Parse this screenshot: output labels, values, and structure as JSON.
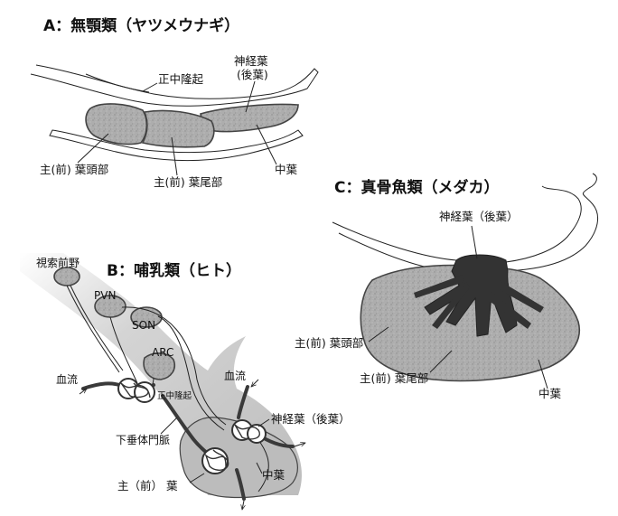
{
  "panel_a": {
    "title": "A：無顎類（ヤツメウナギ）",
    "labels": {
      "median_eminence": "正中隆起",
      "neural_lobe_1": "神経葉",
      "neural_lobe_2": "(後葉)",
      "pars_distalis_rostral": "主(前) 葉頭部",
      "pars_distalis_caudal": "主(前) 葉尾部",
      "intermediate_lobe": "中葉"
    }
  },
  "panel_b": {
    "title": "B：哺乳類（ヒト）",
    "labels": {
      "preoptic_area": "視索前野",
      "pvn": "PVN",
      "son": "SON",
      "arc": "ARC",
      "blood_flow_left": "血流",
      "blood_flow_right": "血流",
      "median_eminence": "正中隆起",
      "hypophyseal_portal": "下垂体門脈",
      "neural_lobe": "神経葉（後葉）",
      "anterior_lobe": "主（前） 葉",
      "intermediate_lobe": "中葉"
    }
  },
  "panel_c": {
    "title": "C：真骨魚類（メダカ）",
    "labels": {
      "neural_lobe": "神経葉（後葉）",
      "pars_distalis_rostral": "主(前) 葉頭部",
      "pars_distalis_caudal": "主(前) 葉尾部",
      "intermediate_lobe": "中葉"
    }
  },
  "colors": {
    "tissue_fill": "#a9a9a9",
    "neural_dark": "#333333",
    "vessel": "#3a3a3a"
  }
}
